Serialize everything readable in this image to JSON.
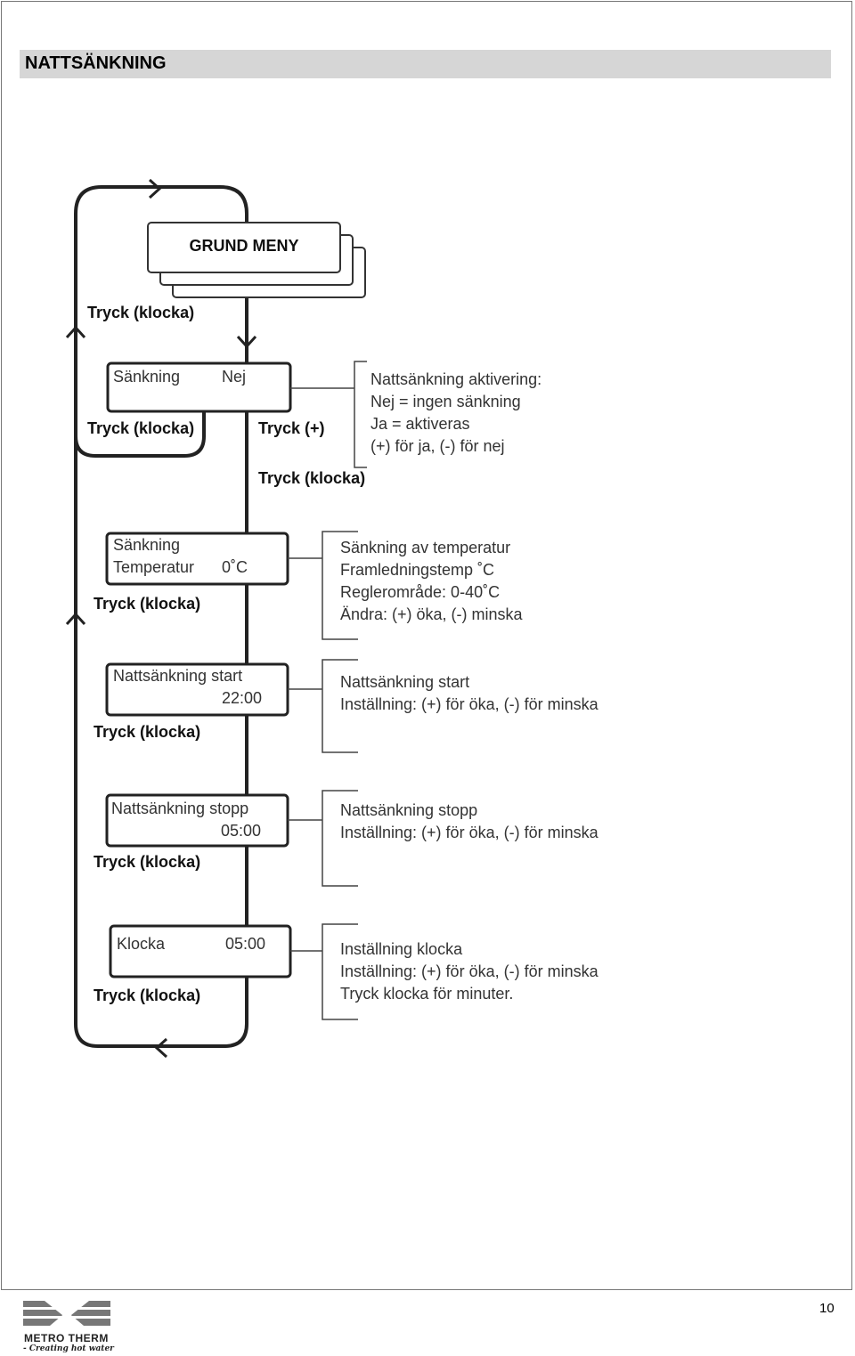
{
  "header": {
    "title": "NATTSÄNKNING"
  },
  "menu_box": {
    "label": "GRUND MENY"
  },
  "nav": {
    "press_clock": "Tryck (klocka)",
    "press_plus": "Tryck (+)"
  },
  "screens": [
    {
      "line1": "Sänkning",
      "value": "Nej"
    },
    {
      "line1": "Sänkning",
      "line2": "Temperatur",
      "value": "0˚C"
    },
    {
      "line1": "Nattsänkning start",
      "value": "22:00"
    },
    {
      "line1": "Nattsänkning stopp",
      "value": "05:00"
    },
    {
      "line1": "Klocka",
      "value": "05:00"
    }
  ],
  "notes": [
    {
      "lines": [
        "Nattsänkning aktivering:",
        "Nej = ingen sänkning",
        "Ja = aktiveras",
        "(+) för ja, (-) för nej"
      ]
    },
    {
      "lines": [
        "Sänkning av temperatur",
        "Framledningstemp ˚C",
        "Reglerområde: 0-40˚C",
        "Ändra: (+) öka, (-) minska"
      ]
    },
    {
      "lines": [
        "Nattsänkning start",
        "Inställning: (+) för öka, (-) för minska"
      ]
    },
    {
      "lines": [
        "Nattsänkning stopp",
        "Inställning: (+) för öka, (-) för minska"
      ]
    },
    {
      "lines": [
        "Inställning klocka",
        "Inställning: (+) för öka, (-) för minska",
        "Tryck klocka för minuter."
      ]
    }
  ],
  "footer": {
    "page_number": "10",
    "logo_name": "METRO THERM",
    "logo_tagline": "- Creating hot water"
  }
}
